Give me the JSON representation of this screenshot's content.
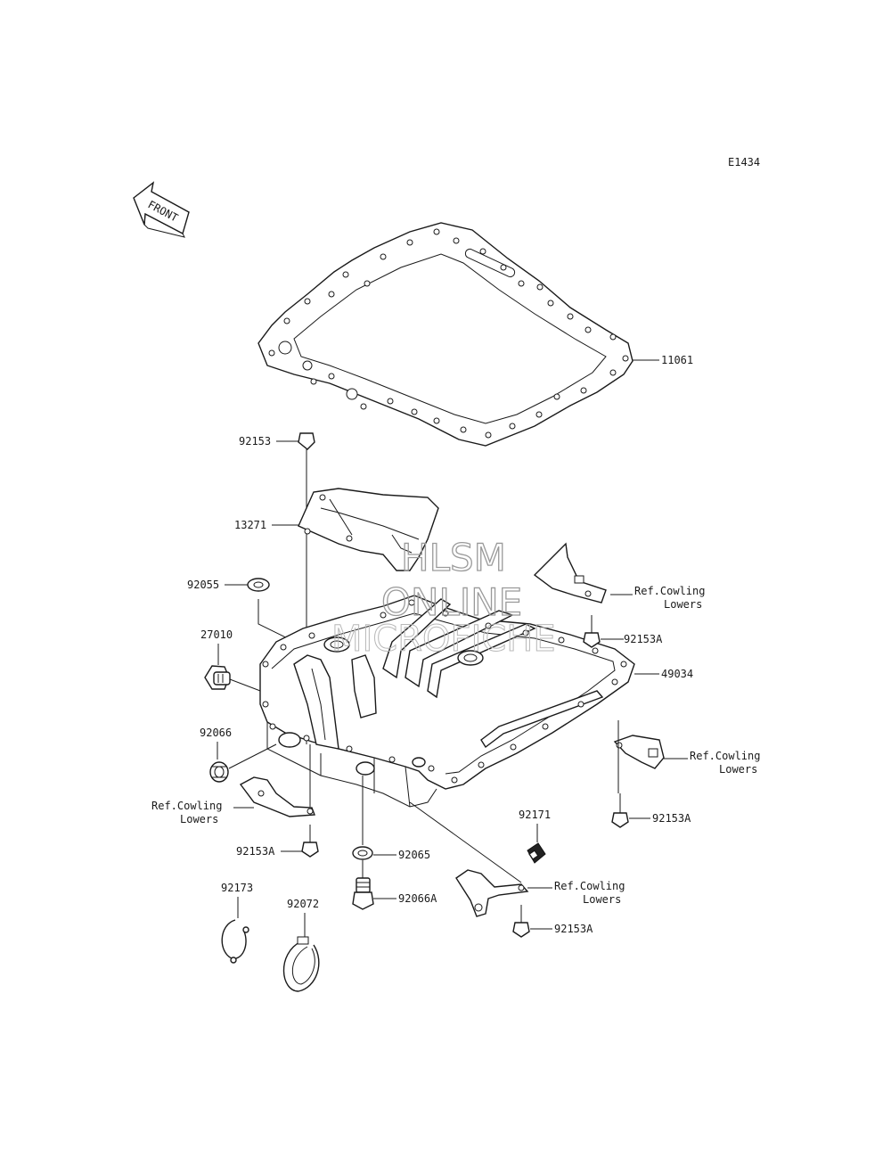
{
  "diagram_code": "E1434",
  "front_label": "FRONT",
  "watermark": [
    "HLSM",
    "ONLINE",
    "MICROFICHE"
  ],
  "labels": {
    "p11061": "11061",
    "p92153_top": "92153",
    "p13271": "13271",
    "p92055": "92055",
    "p27010": "27010",
    "p92066": "92066",
    "p92153A_left": "92153A",
    "p92173": "92173",
    "p92072": "92072",
    "p92065": "92065",
    "p92066A": "92066A",
    "p92171": "92171",
    "p92153A_bottom": "92153A",
    "p49034": "49034",
    "p92153A_upper_right": "92153A",
    "p92153A_right": "92153A"
  },
  "refs": {
    "ref_left": [
      "Ref.Cowling",
      "Lowers"
    ],
    "ref_upper_right": [
      "Ref.Cowling",
      "Lowers"
    ],
    "ref_right": [
      "Ref.Cowling",
      "Lowers"
    ],
    "ref_bottom": [
      "Ref.Cowling",
      "Lowers"
    ]
  }
}
